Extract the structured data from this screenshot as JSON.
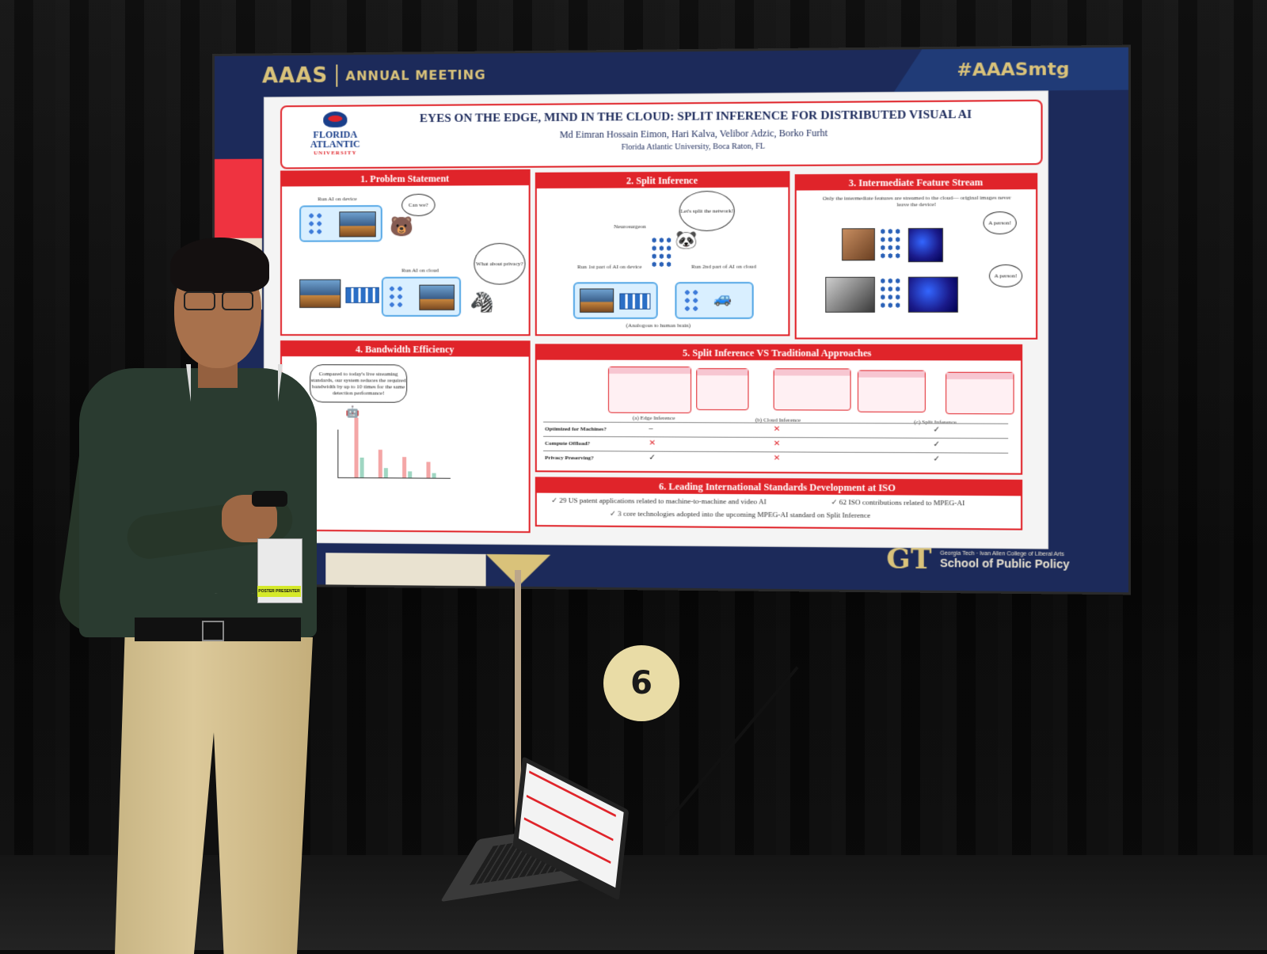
{
  "screen": {
    "brand": "AAAS",
    "brand_sub": "ANNUAL MEETING",
    "hashtag": "#AAASmtg",
    "sponsor_mark": "GT",
    "sponsor_line1": "Georgia Tech · Ivan Allen College of Liberal Arts",
    "sponsor_line2": "School of Public Policy"
  },
  "poster": {
    "university_l1": "FLORIDA",
    "university_l2": "ATLANTIC",
    "university_l3": "UNIVERSITY",
    "title": "EYES ON THE EDGE, MIND IN THE CLOUD: SPLIT INFERENCE FOR DISTRIBUTED VISUAL AI",
    "authors": "Md Eimran Hossain Eimon, Hari Kalva, Velibor Adzic, Borko Furht",
    "affiliation": "Florida Atlantic University, Boca Raton, FL",
    "sections": {
      "s1": {
        "title": "1. Problem Statement",
        "device_label": "Run AI on device",
        "bubble1": "Can we?",
        "cloud_label": "Run AI on cloud",
        "bubble2": "What about privacy?"
      },
      "s2": {
        "title": "2. Split Inference",
        "bubble": "Let's split the network!",
        "neuro": "Neurosurgeon",
        "part1": "Run 1st part of AI on device",
        "part2": "Run 2nd part of AI on cloud",
        "caption": "(Analogous to human brain)"
      },
      "s3": {
        "title": "3. Intermediate Feature Stream",
        "caption": "Only the intermediate features are streamed to the cloud— original images never leave the device!",
        "bubble": "A person!"
      },
      "s4": {
        "title": "4. Bandwidth Efficiency",
        "bubble": "Compared to today's live streaming standards, our system reduces the required bandwidth by up to 10 times for the same detection performance!"
      },
      "s5": {
        "title": "5. Split Inference VS Traditional Approaches",
        "col_a": "(a) Edge Inference",
        "col_b": "(b) Cloud Inference",
        "col_c": "(c) Split Inference",
        "rows": [
          {
            "label": "Optimized for Machines?"
          },
          {
            "label": "Compute Offload?"
          },
          {
            "label": "Privacy Preserving?"
          }
        ]
      },
      "s6": {
        "title": "6. Leading International Standards Development at ISO",
        "b1": "✓ 29 US patent applications related to machine-to-machine and video AI",
        "b2": "✓ 62 ISO contributions related to MPEG-AI",
        "b3": "✓ 3 core technologies adopted into the upcoming MPEG-AI standard on Split Inference"
      }
    }
  },
  "booth_number": "6",
  "badge_ribbon": "POSTER PRESENTER",
  "colors": {
    "poster_red": "#e0242a",
    "screen_navy": "#1c2a5a",
    "accent_gold": "#d9c27a"
  }
}
